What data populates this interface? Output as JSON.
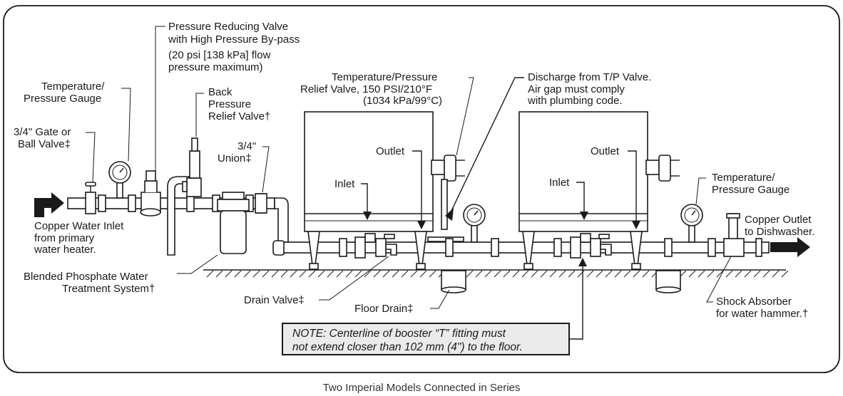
{
  "caption": "Two Imperial Models Connected in Series",
  "labels": {
    "prv_1": "Pressure Reducing Valve",
    "prv_2": "with High Pressure By-pass",
    "prv_3": "(20 psi [138 kPa] flow",
    "prv_4": "pressure maximum)",
    "tpgauge_left_1": "Temperature/",
    "tpgauge_left_2": "Pressure Gauge",
    "back_relief_1": "Back",
    "back_relief_2": "Pressure",
    "back_relief_3": "Relief Valve†",
    "gate_valve_1": "3/4\" Gate or",
    "gate_valve_2": "Ball Valve‡",
    "union_1": "3/4\"",
    "union_2": "Union‡",
    "tp_relief_1": "Temperature/Pressure",
    "tp_relief_2": "Relief Valve, 150 PSI/210°F",
    "tp_relief_3": "(1034 kPa/99°C)",
    "discharge_1": "Discharge from T/P Valve.",
    "discharge_2": "Air gap must comply",
    "discharge_3": "with plumbing code.",
    "outlet_a": "Outlet",
    "inlet_a": "Inlet",
    "outlet_b": "Outlet",
    "inlet_b": "Inlet",
    "tpgauge_right_1": "Temperature/",
    "tpgauge_right_2": "Pressure Gauge",
    "copper_inlet_1": "Copper Water Inlet",
    "copper_inlet_2": "from primary",
    "copper_inlet_3": "water heater.",
    "copper_outlet_1": "Copper Outlet",
    "copper_outlet_2": "to Dishwasher.",
    "phosphate_1": "Blended Phosphate Water",
    "phosphate_2": "Treatment System†",
    "drain_valve": "Drain Valve‡",
    "floor_drain": "Floor Drain‡",
    "shock_1": "Shock Absorber",
    "shock_2": "for water hammer.†"
  },
  "note": {
    "line1": "NOTE: Centerline of booster “T” fitting must",
    "line2": "not extend closer than 102 mm (4\") to the floor."
  }
}
